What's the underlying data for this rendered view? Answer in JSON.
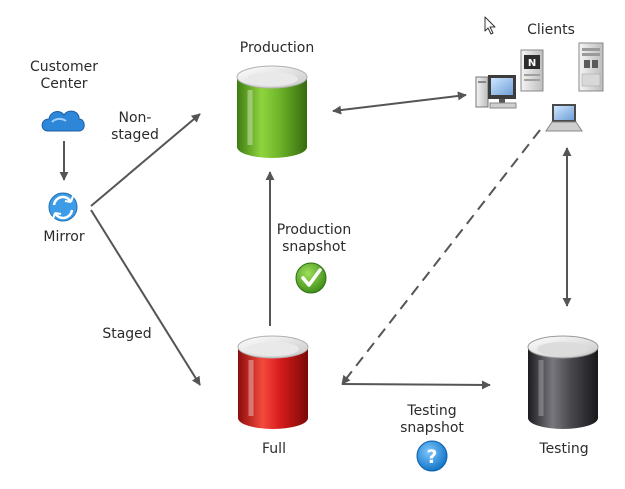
{
  "labels": {
    "customer_center": [
      "Customer",
      "Center"
    ],
    "mirror": "Mirror",
    "non_staged": [
      "Non-",
      "staged"
    ],
    "staged": "Staged",
    "production": "Production",
    "full": "Full",
    "testing": "Testing",
    "clients": "Clients",
    "production_snapshot": [
      "Production",
      "snapshot"
    ],
    "testing_snapshot": [
      "Testing",
      "snapshot"
    ]
  },
  "colors": {
    "production": "#6fb52a",
    "full": "#d81c1c",
    "testing": "#4a4a4f",
    "arrow": "#555555",
    "cloud": "#2e86d8",
    "check_badge": "#5aa92a",
    "question_badge": "#1f8ee6"
  },
  "icons": {
    "customer_center": "cloud-icon",
    "mirror": "sync-icon",
    "production_snapshot": "check-badge-icon",
    "testing_snapshot": "question-badge-icon",
    "clients": [
      "desktop-computer-icon",
      "server-tower-icon",
      "server-tower-icon",
      "laptop-icon"
    ]
  }
}
